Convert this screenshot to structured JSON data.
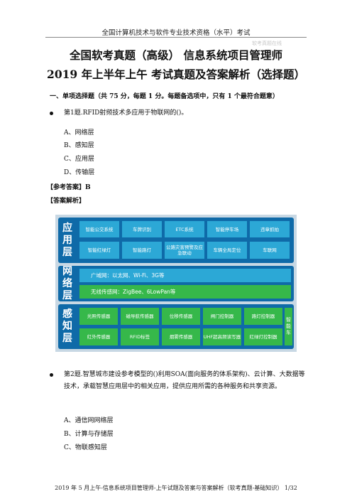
{
  "header": {
    "top": "全国计算机技术与软件专业技术资格（水平）考试",
    "watermark": "软考真题在线"
  },
  "title": {
    "line1": "全国软考真题（高级） 信息系统项目管理师",
    "line2": "2019 年上半年上午 考试真题及答案解析（选择题）"
  },
  "section": "一、单项选择题（共 75 分，每题 1 分。每题备选项中，只有 1 个最符合题意）",
  "q1": {
    "text": "第1题.RFID射频技术多应用于物联网的()。",
    "options": [
      "A、网络层",
      "B、感知层",
      "C、应用层",
      "D、传输层"
    ],
    "answer_label": "【参考答案】B",
    "analysis_label": "【答案解析】"
  },
  "diagram": {
    "app": {
      "label": [
        "应",
        "用",
        "层"
      ],
      "row1": [
        "智能公交系统",
        "车牌识别",
        "ETC系统",
        "智能停车场",
        "违章抓拍"
      ],
      "row2": [
        "智能红绿灯",
        "智能路灯",
        "公路灾害预警及应急联动",
        "车辆全局定位",
        "车联网"
      ]
    },
    "net": {
      "label": [
        "网",
        "络",
        "层"
      ],
      "bar1": "广域网：以太网、Wi-Fi、3G等",
      "bar2": "无线传感网：ZigBee、6LowPan等"
    },
    "sense": {
      "label": [
        "感",
        "知",
        "层"
      ],
      "row1": [
        "光照传感器",
        "磁导航传感器",
        "位移传感器",
        "闸门控制器",
        "路灯控制器"
      ],
      "row2": [
        "红外传感器",
        "RFID标签",
        "烟雾传感器",
        "UHF超高频读写器",
        "红绿灯控制器"
      ],
      "side": [
        "智",
        "能",
        "车"
      ]
    }
  },
  "q2": {
    "text": "第2题.智慧城市建设参考模型的()利用SOA(面向服务的体系架构)、云计算、大数据等技术，承载智慧应用层中的相关应用，提供应用所需的各种服务和共享资源。",
    "options": [
      "A、通信网网络层",
      "B、计算与存储层",
      "C、物联感知层"
    ]
  },
  "footer": "2019 年 5 月上午-信息系统项目管理师-上午试题及答案与答案解析（软考真题-基础知识） 1/32"
}
